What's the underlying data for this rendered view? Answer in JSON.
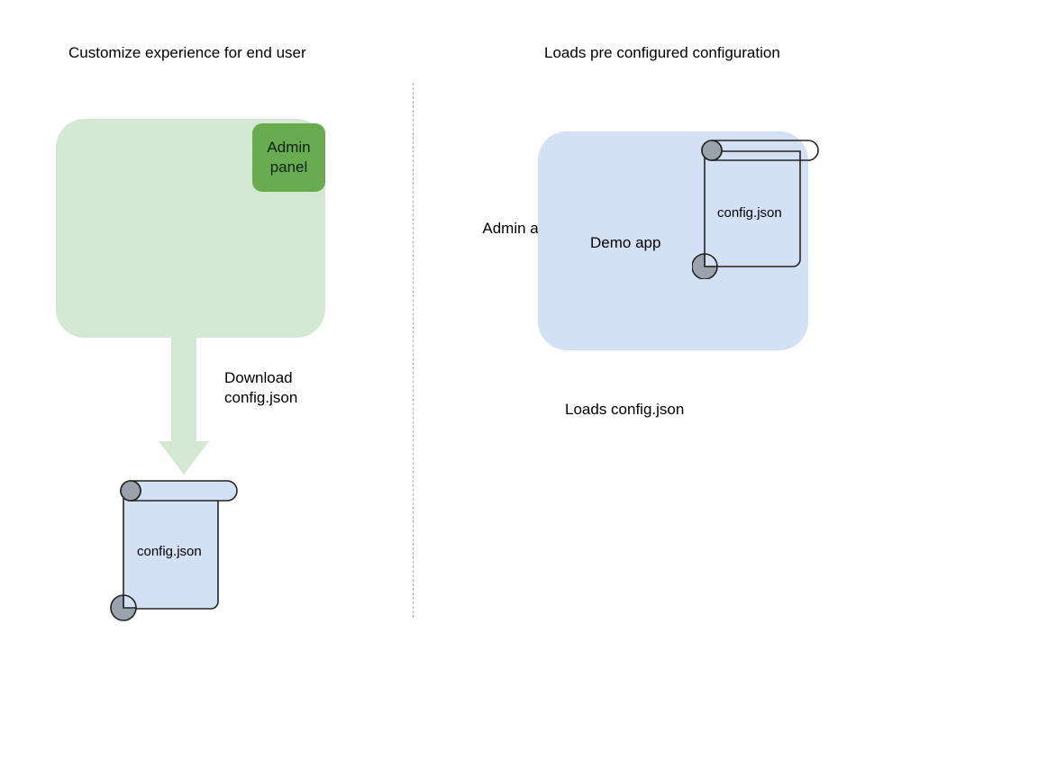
{
  "diagram": {
    "title_left": "Customize experience for end user",
    "title_right": "Loads pre configured configuration",
    "colors": {
      "app_green": "#d5e8d4",
      "panel_green": "#69ab50",
      "app_blue": "#d4e1f5",
      "arrow_green": "#d5e8d4",
      "outline_dark": "#23241f",
      "curl_gray": "#9aa3ad",
      "divider_gray": "#9a9a9a"
    }
  },
  "left_panel": {
    "app_label": "Admin app",
    "admin_panel_label": "Admin\npanel",
    "admin_panel_line1": "Admin",
    "admin_panel_line2": "panel",
    "arrow_caption_line1": "Download",
    "arrow_caption_line2": "config.json",
    "document_label": "config.json"
  },
  "right_panel": {
    "app_label": "Demo app",
    "document_label": "config.json",
    "caption": "Loads config.json"
  }
}
